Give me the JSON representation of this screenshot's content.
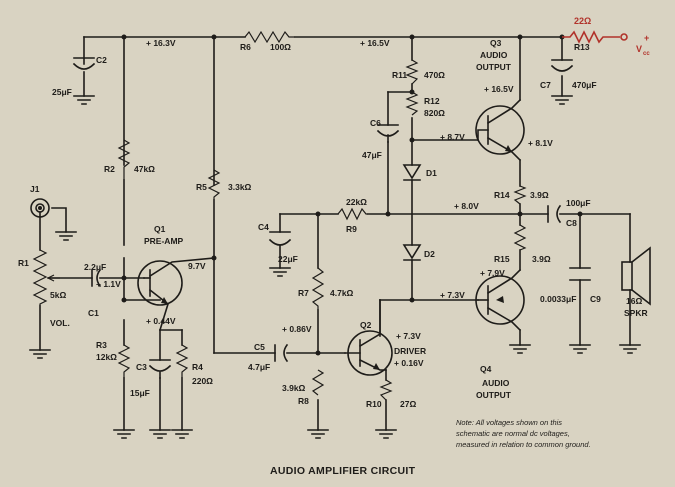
{
  "title": "AUDIO AMPLIFIER CIRCUIT",
  "note": [
    "Note: All voltages shown on this",
    "schematic are normal dc voltages,",
    "measured in relation to common ground."
  ],
  "power": {
    "supply_label": "V",
    "supply_sub": "cc",
    "plus": "+"
  },
  "rails": {
    "v163": "+ 16.3V",
    "v165_left": "+ 16.5V",
    "v165_q3": "+ 16.5V",
    "v87": "+ 8.7V",
    "v81": "+ 8.1V",
    "v80": "+ 8.0V",
    "v97": "9.7V",
    "v11": "+ 1.1V",
    "v044": "+ 0.44V",
    "v086": "+ 0.86V",
    "v79": "+ 7.9V",
    "v73_base": "+ 7.3V",
    "v73_q2": "+ 7.3V",
    "v016": "+ 0.16V"
  },
  "components": {
    "r1": {
      "name": "R1",
      "value": "5kΩ",
      "extra": "VOL."
    },
    "r2": {
      "name": "R2",
      "value": "47kΩ"
    },
    "r3": {
      "name": "R3",
      "value": "12kΩ"
    },
    "r4": {
      "name": "R4",
      "value": "220Ω"
    },
    "r5": {
      "name": "R5",
      "value": "3.3kΩ"
    },
    "r6": {
      "name": "R6",
      "value": "100Ω"
    },
    "r7": {
      "name": "R7",
      "value": "4.7kΩ"
    },
    "r8": {
      "name": "R8",
      "value": "3.9kΩ"
    },
    "r9": {
      "name": "R9",
      "value": "22kΩ"
    },
    "r10": {
      "name": "R10",
      "value": "27Ω"
    },
    "r11": {
      "name": "R11",
      "value": "470Ω"
    },
    "r12": {
      "name": "R12",
      "value": "820Ω"
    },
    "r13": {
      "name": "R13",
      "value": "22Ω"
    },
    "r14": {
      "name": "R14",
      "value": "3.9Ω"
    },
    "r15": {
      "name": "R15",
      "value": "3.9Ω"
    },
    "c1": {
      "name": "C1",
      "value": "2.2μF"
    },
    "c2": {
      "name": "C2",
      "value": "25μF"
    },
    "c3": {
      "name": "C3",
      "value": "15μF"
    },
    "c4": {
      "name": "C4",
      "value": "22μF"
    },
    "c5": {
      "name": "C5",
      "value": "4.7μF"
    },
    "c6": {
      "name": "C6",
      "value": "47μF"
    },
    "c7": {
      "name": "C7",
      "value": "470μF"
    },
    "c8": {
      "name": "C8",
      "value": "100μF"
    },
    "c9": {
      "name": "C9",
      "value": "0.0033μF"
    },
    "d1": {
      "name": "D1"
    },
    "d2": {
      "name": "D2"
    },
    "j1": {
      "name": "J1"
    },
    "q1": {
      "name": "Q1",
      "role": "PRE-AMP"
    },
    "q2": {
      "name": "Q2",
      "role": "DRIVER"
    },
    "q3": {
      "name": "Q3",
      "role_1": "AUDIO",
      "role_2": "OUTPUT"
    },
    "q4": {
      "name": "Q4",
      "role_1": "AUDIO",
      "role_2": "OUTPUT"
    },
    "spkr": {
      "name": "SPKR",
      "value": "16Ω"
    }
  },
  "colors": {
    "paper": "#d9d3c2",
    "ink": "#1e1c19",
    "supply_line": "#b1322a"
  }
}
